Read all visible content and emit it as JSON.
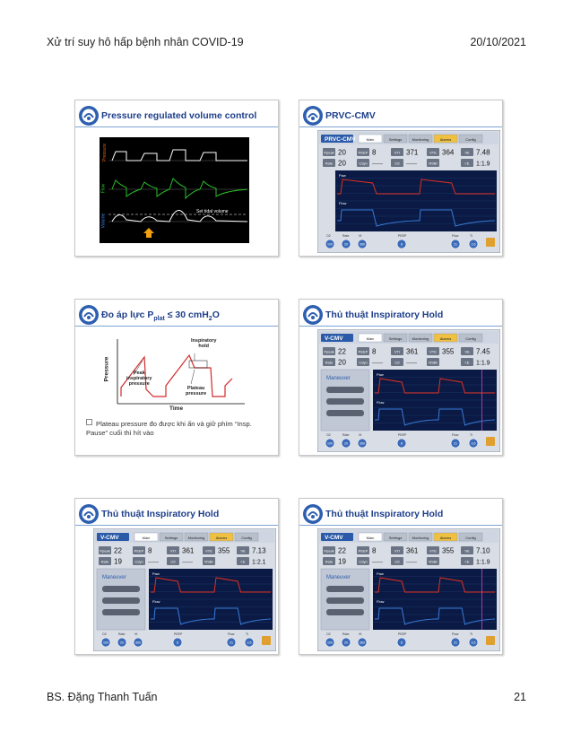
{
  "header": {
    "title": "Xử trí suy hô hấp bệnh nhân COVID-19",
    "date": "20/10/2021"
  },
  "footer": {
    "author": "BS. Đặng Thanh Tuấn",
    "page": "21"
  },
  "slides": {
    "s1": {
      "title": "Pressure regulated volume control",
      "labels": {
        "pressure": "Pressure",
        "flow": "Flow",
        "volume": "Volume",
        "set_tidal": "Set tidal volume"
      }
    },
    "s2": {
      "title": "PRVC-CMV"
    },
    "s3": {
      "title_pre": "Đo áp lực P",
      "title_sub": "plat",
      "title_post": " ≤ 30 cmH",
      "title_sub2": "2",
      "title_end": "O",
      "chart": {
        "peak": [
          "Peak",
          "inspiratory",
          "pressure"
        ],
        "hold": [
          "Inspiratory",
          "hold"
        ],
        "plateau": [
          "Plateau",
          "pressure"
        ],
        "ylabel": "Pressure",
        "xlabel": "Time"
      },
      "bullet": "Plateau pressure đo được khi ấn và giữ phím “Insp. Pause” cuối thì hít vào"
    },
    "s4": {
      "title": "Thủ thuật Inspiratory Hold"
    },
    "s5": {
      "title": "Thủ thuật Inspiratory Hold"
    },
    "s6": {
      "title": "Thủ thuật Inspiratory Hold"
    }
  },
  "ventilators": {
    "s2": {
      "mode": "PRVC-CMV",
      "r1": [
        "20",
        "8",
        "371",
        "364",
        "7.48"
      ],
      "r2": [
        "20",
        "------",
        "------",
        "1:1.9"
      ],
      "maneuver": false,
      "hold_line": false
    },
    "s4": {
      "mode": "V-CMV",
      "r1": [
        "22",
        "8",
        "361",
        "355",
        "7.45"
      ],
      "r2": [
        "20",
        "------",
        "------",
        "1:1.9"
      ],
      "maneuver": true,
      "hold_line": true
    },
    "s5": {
      "mode": "V-CMV",
      "r1": [
        "22",
        "8",
        "361",
        "355",
        "7.13"
      ],
      "r2": [
        "19",
        "------",
        "------",
        "1:2.1"
      ],
      "maneuver": true,
      "hold_line": false
    },
    "s6": {
      "mode": "V-CMV",
      "r1": [
        "22",
        "8",
        "361",
        "355",
        "7.10"
      ],
      "r2": [
        "19",
        "------",
        "------",
        "1:1.9"
      ],
      "maneuver": true,
      "hold_line": true
    }
  },
  "vent_ui": {
    "tabs": [
      "Main",
      "Settings",
      "Monitoring",
      "Alarms",
      "Config"
    ],
    "r1_keys": [
      "Ppeak",
      "PEEP",
      "VTI",
      "VTE",
      "VE"
    ],
    "r2_keys": [
      "Rate",
      "Cdyn",
      "O2",
      "RSBI",
      "I:E"
    ],
    "maneuver_label": "Maneuver",
    "waveform_labels": [
      "Paw",
      "Flow"
    ],
    "bottom_labels": [
      "O2",
      "Rate",
      "Vt",
      "PEEP",
      "Flow",
      "Ti"
    ],
    "bottom_values": [
      "100",
      "20",
      "360",
      "8",
      "21",
      "3.6"
    ]
  },
  "colors": {
    "title_blue": "#1e3f8a",
    "vent_blue": "#2a5aa8",
    "wave_red": "#e03020",
    "wave_blue": "#3a7ad8"
  }
}
